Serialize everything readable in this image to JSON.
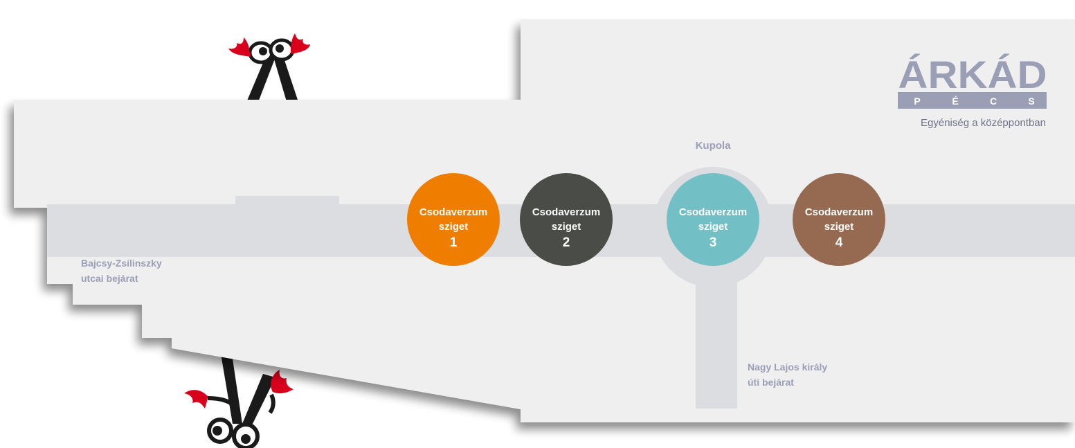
{
  "map": {
    "kupola_label": "Kupola",
    "entrances": [
      {
        "line1": "Bajcsy-Zsilinszky",
        "line2": "utcai bejárat"
      },
      {
        "line1": "Nagy Lajos király",
        "line2": "úti bejárat"
      }
    ],
    "islands": [
      {
        "line1": "Csodaverzum",
        "line2": "sziget",
        "number": "1",
        "color": "#ef7d00"
      },
      {
        "line1": "Csodaverzum",
        "line2": "sziget",
        "number": "2",
        "color": "#4a4c47"
      },
      {
        "line1": "Csodaverzum",
        "line2": "sziget",
        "number": "3",
        "color": "#72bfc6"
      },
      {
        "line1": "Csodaverzum",
        "line2": "sziget",
        "number": "4",
        "color": "#956a50"
      }
    ]
  },
  "logo": {
    "name": "ÁRKÁD",
    "city_letters": [
      "P",
      "É",
      "C",
      "S"
    ],
    "tagline": "Egyéniség a középpontban",
    "color": "#9a9fb6"
  },
  "colors": {
    "floor": "#efeff0",
    "corridor": "#dcdde0",
    "mascot_red": "#d9001b",
    "mascot_black": "#1a1a1a"
  }
}
